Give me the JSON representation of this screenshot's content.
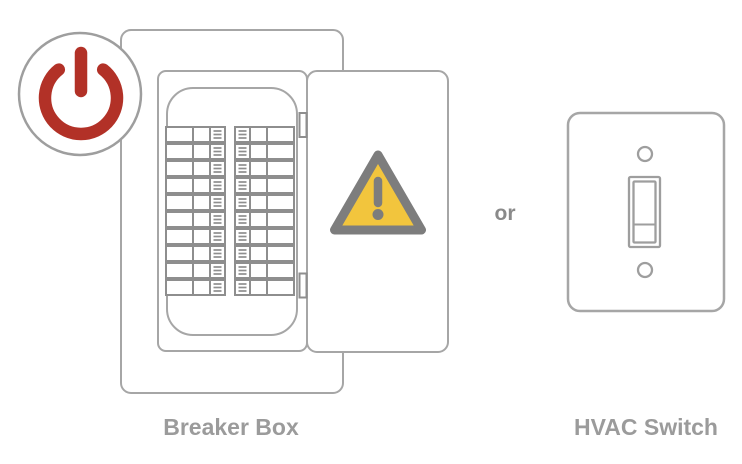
{
  "power_badge": {
    "icon": "power-icon"
  },
  "breaker_box": {
    "label": "Breaker Box",
    "breaker_rows": 10,
    "breaker_columns": 2,
    "warning_icon": "warning-triangle-icon"
  },
  "connector": {
    "or_label": "or"
  },
  "hvac_switch": {
    "label": "HVAC Switch"
  },
  "colors": {
    "background": "#FFFFFF",
    "accent_red": "#B23127",
    "warning_yellow": "#F2C53D",
    "warning_gray": "#7D7D7D",
    "outline_gray": "#A6A6A6",
    "grid_gray": "#8E8E8E",
    "badge_border_gray": "#9E9E9E",
    "label_gray": "#9B9B9B",
    "or_gray": "#8A8A8A"
  }
}
